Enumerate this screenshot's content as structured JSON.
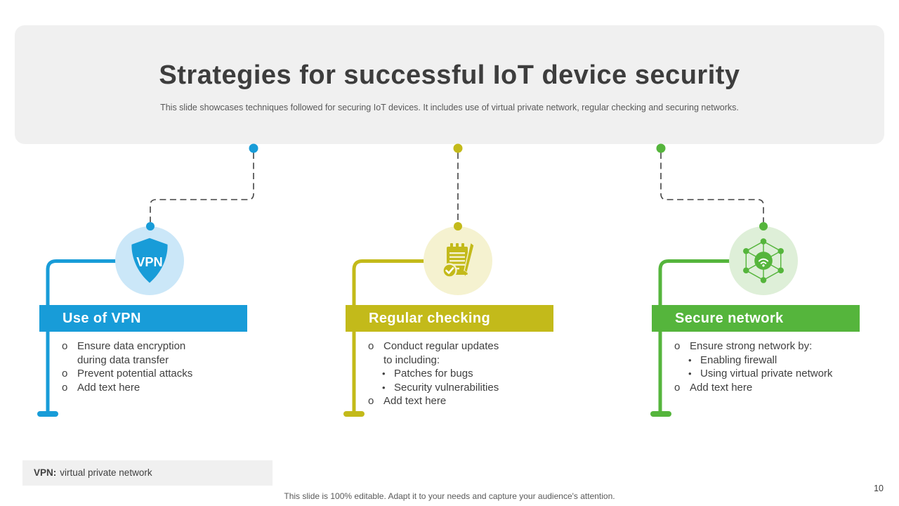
{
  "theme": {
    "bg": "#FFFFFF",
    "card": "#F0F0F0",
    "title": "#3D3D3D",
    "body": "#404040",
    "muted": "#595959",
    "blue": "#189CD8",
    "blue-light": "#CBE7F8",
    "olive": "#C3BA1A",
    "olive-light": "#F5F2D0",
    "green": "#55B53C",
    "green-light": "#DEEFD8",
    "connector": "#444444"
  },
  "header": {
    "title": "Strategies for successful IoT device security",
    "subtitle": "This slide showcases techniques followed for securing IoT devices. It includes use of virtual private network, regular checking and securing networks."
  },
  "columns": [
    {
      "title": "Use of VPN",
      "accent": "#189CD8",
      "icon": "vpn-shield-icon",
      "icon_label": "VPN",
      "items": [
        {
          "marker": "o",
          "lines": [
            "Ensure data encryption",
            "during data transfer"
          ]
        },
        {
          "marker": "o",
          "lines": [
            "Prevent potential attacks"
          ]
        },
        {
          "marker": "o",
          "lines": [
            "Add text here"
          ]
        }
      ]
    },
    {
      "title": "Regular checking",
      "accent": "#C3BA1A",
      "icon": "checklist-icon",
      "items": [
        {
          "marker": "o",
          "lines": [
            "Conduct regular updates",
            "to including:"
          ]
        },
        {
          "marker": "•",
          "lines": [
            "Patches for bugs"
          ]
        },
        {
          "marker": "•",
          "lines": [
            "Security vulnerabilities"
          ]
        },
        {
          "marker": "o",
          "lines": [
            "Add text here"
          ]
        }
      ]
    },
    {
      "title": "Secure network",
      "accent": "#55B53C",
      "icon": "iot-network-icon",
      "items": [
        {
          "marker": "o",
          "lines": [
            "Ensure strong network by:"
          ]
        },
        {
          "marker": "•",
          "lines": [
            "Enabling firewall"
          ]
        },
        {
          "marker": "•",
          "lines": [
            "Using virtual private network"
          ]
        },
        {
          "marker": "o",
          "lines": [
            "Add text here"
          ]
        }
      ]
    }
  ],
  "footnote": {
    "term": "VPN:",
    "definition": "virtual private network"
  },
  "footer": {
    "note": "This slide is 100% editable. Adapt it to your needs and capture your audience's attention.",
    "page_number": "10"
  }
}
